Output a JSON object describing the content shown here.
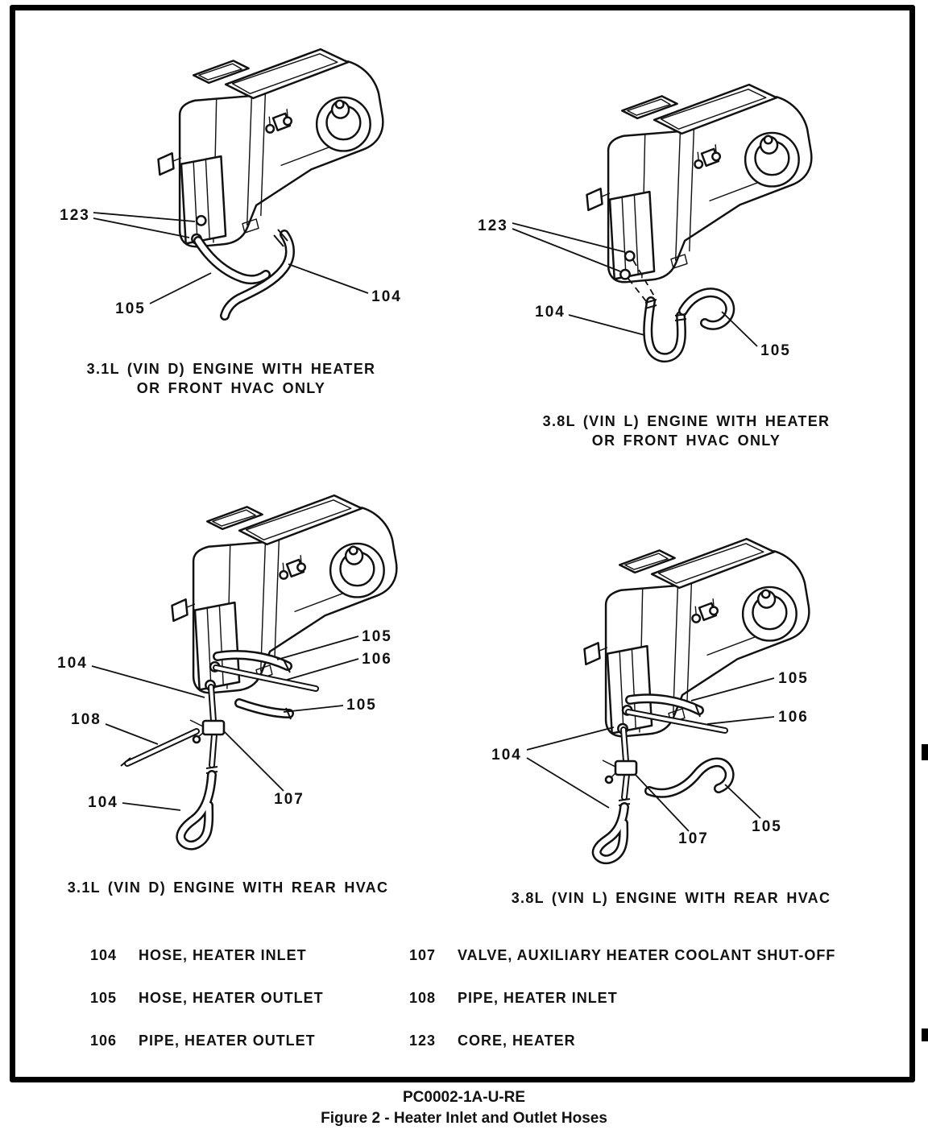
{
  "page": {
    "footer_code": "PC0002-1A-U-RE",
    "footer_caption": "Figure 2 - Heater Inlet and Outlet Hoses"
  },
  "colors": {
    "ink": "#111111",
    "paper": "#ffffff"
  },
  "diagrams": [
    {
      "caption_line1": "3.1L (VIN D) ENGINE WITH HEATER",
      "caption_line2": "OR FRONT HVAC ONLY",
      "callouts": [
        {
          "label": "123"
        },
        {
          "label": "105"
        },
        {
          "label": "104"
        }
      ]
    },
    {
      "caption_line1": "3.8L (VIN L) ENGINE WITH HEATER",
      "caption_line2": "OR FRONT HVAC ONLY",
      "callouts": [
        {
          "label": "123"
        },
        {
          "label": "104"
        },
        {
          "label": "105"
        }
      ]
    },
    {
      "caption_line1": "3.1L (VIN D) ENGINE WITH REAR HVAC",
      "caption_line2": "",
      "callouts": [
        {
          "label": "105"
        },
        {
          "label": "106"
        },
        {
          "label": "104"
        },
        {
          "label": "108"
        },
        {
          "label": "105"
        },
        {
          "label": "104"
        },
        {
          "label": "107"
        }
      ]
    },
    {
      "caption_line1": "3.8L (VIN L) ENGINE WITH REAR HVAC",
      "caption_line2": "",
      "callouts": [
        {
          "label": "105"
        },
        {
          "label": "106"
        },
        {
          "label": "104"
        },
        {
          "label": "107"
        },
        {
          "label": "105"
        }
      ]
    }
  ],
  "legend": {
    "left": [
      {
        "num": "104",
        "desc": "HOSE, HEATER INLET"
      },
      {
        "num": "105",
        "desc": "HOSE, HEATER OUTLET"
      },
      {
        "num": "106",
        "desc": "PIPE, HEATER OUTLET"
      }
    ],
    "right": [
      {
        "num": "107",
        "desc": "VALVE, AUXILIARY HEATER COOLANT SHUT-OFF"
      },
      {
        "num": "108",
        "desc": "PIPE, HEATER INLET"
      },
      {
        "num": "123",
        "desc": "CORE, HEATER"
      }
    ]
  }
}
